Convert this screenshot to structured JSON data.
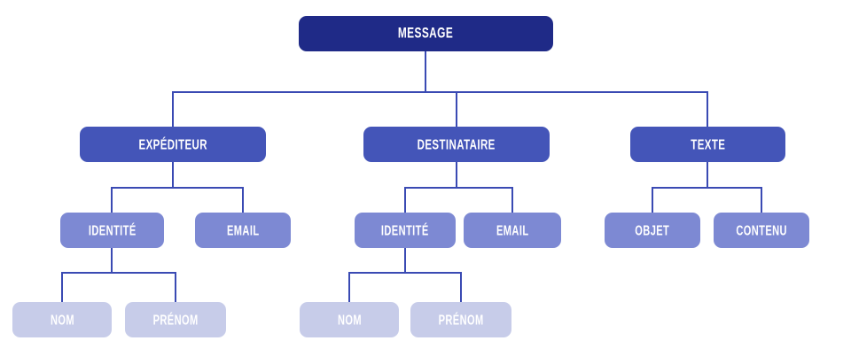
{
  "diagram": {
    "type": "tree",
    "background": "#ffffff",
    "colors": {
      "level1": "#1f2a87",
      "level2": "#4455b8",
      "level3": "#7d89d3",
      "level4": "#c7cce9",
      "connector": "#3a4ab3",
      "text": "#ffffff",
      "background": "#ffffff"
    },
    "tree": {
      "label": "MESSAGE",
      "children": [
        {
          "label": "EXPÉDITEUR",
          "children": [
            {
              "label": "IDENTITÉ",
              "children": [
                {
                  "label": "NOM"
                },
                {
                  "label": "PRÉNOM"
                }
              ]
            },
            {
              "label": "EMAIL"
            }
          ]
        },
        {
          "label": "DESTINATAIRE",
          "children": [
            {
              "label": "IDENTITÉ",
              "children": [
                {
                  "label": "NOM"
                },
                {
                  "label": "PRÉNOM"
                }
              ]
            },
            {
              "label": "EMAIL"
            }
          ]
        },
        {
          "label": "TEXTE",
          "children": [
            {
              "label": "OBJET"
            },
            {
              "label": "CONTENU"
            }
          ]
        }
      ]
    }
  }
}
